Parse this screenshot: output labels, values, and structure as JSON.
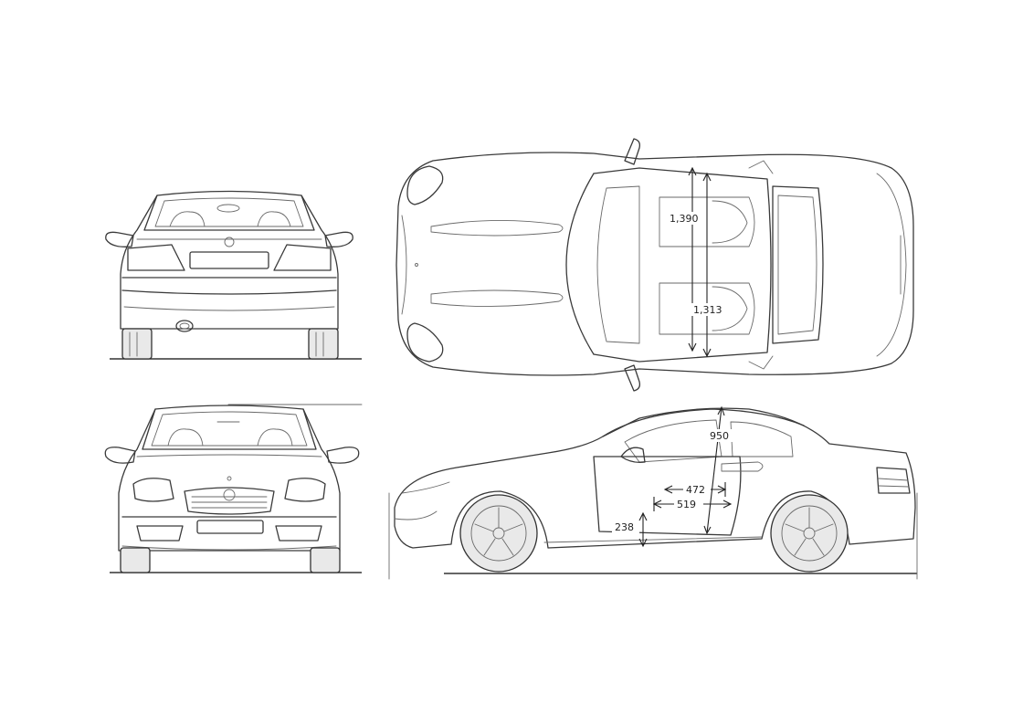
{
  "dimensions": {
    "top_width_front": "1,390",
    "top_width_rear": "1,313",
    "side_height": "950",
    "side_length_inner": "472",
    "side_length_outer": "519",
    "side_sill_height": "238"
  }
}
